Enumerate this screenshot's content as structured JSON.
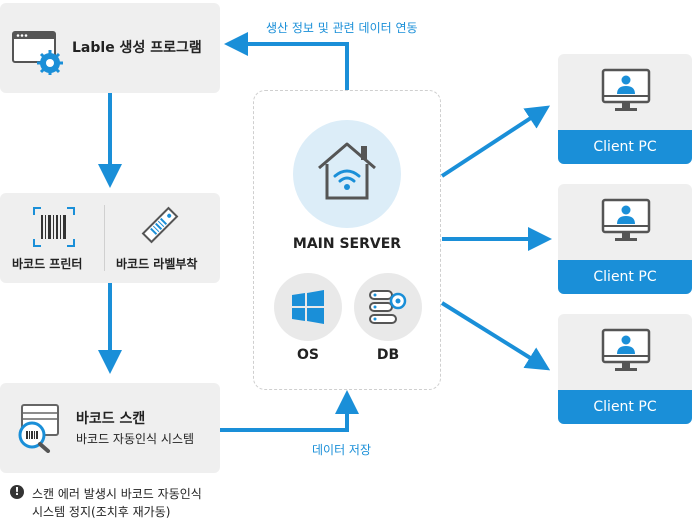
{
  "label_program": "Lable 생성 프로그램",
  "sync_note": "생산 정보 및 관련 데이터 연동",
  "printer_label": "바코드 프린터",
  "labeler_label": "바코드 라벨부착",
  "scan_title": "바코드 스캔",
  "scan_subtitle": "바코드 자동인식 시스템",
  "warning_line1": "스캔 에러 발생시 바코드 자동인식",
  "warning_line2": "시스템 정지(조치후 재가동)",
  "warning_mark": "!",
  "data_storage_note": "데이터 저장",
  "server": {
    "title": "MAIN SERVER",
    "os": "OS",
    "db": "DB"
  },
  "clients": [
    "Client PC",
    "Client PC",
    "Client PC"
  ],
  "colors": {
    "accent": "#1a8fd8",
    "box": "#efefef",
    "circle": "#e9e9e9",
    "server_circle": "#dcedf8"
  }
}
